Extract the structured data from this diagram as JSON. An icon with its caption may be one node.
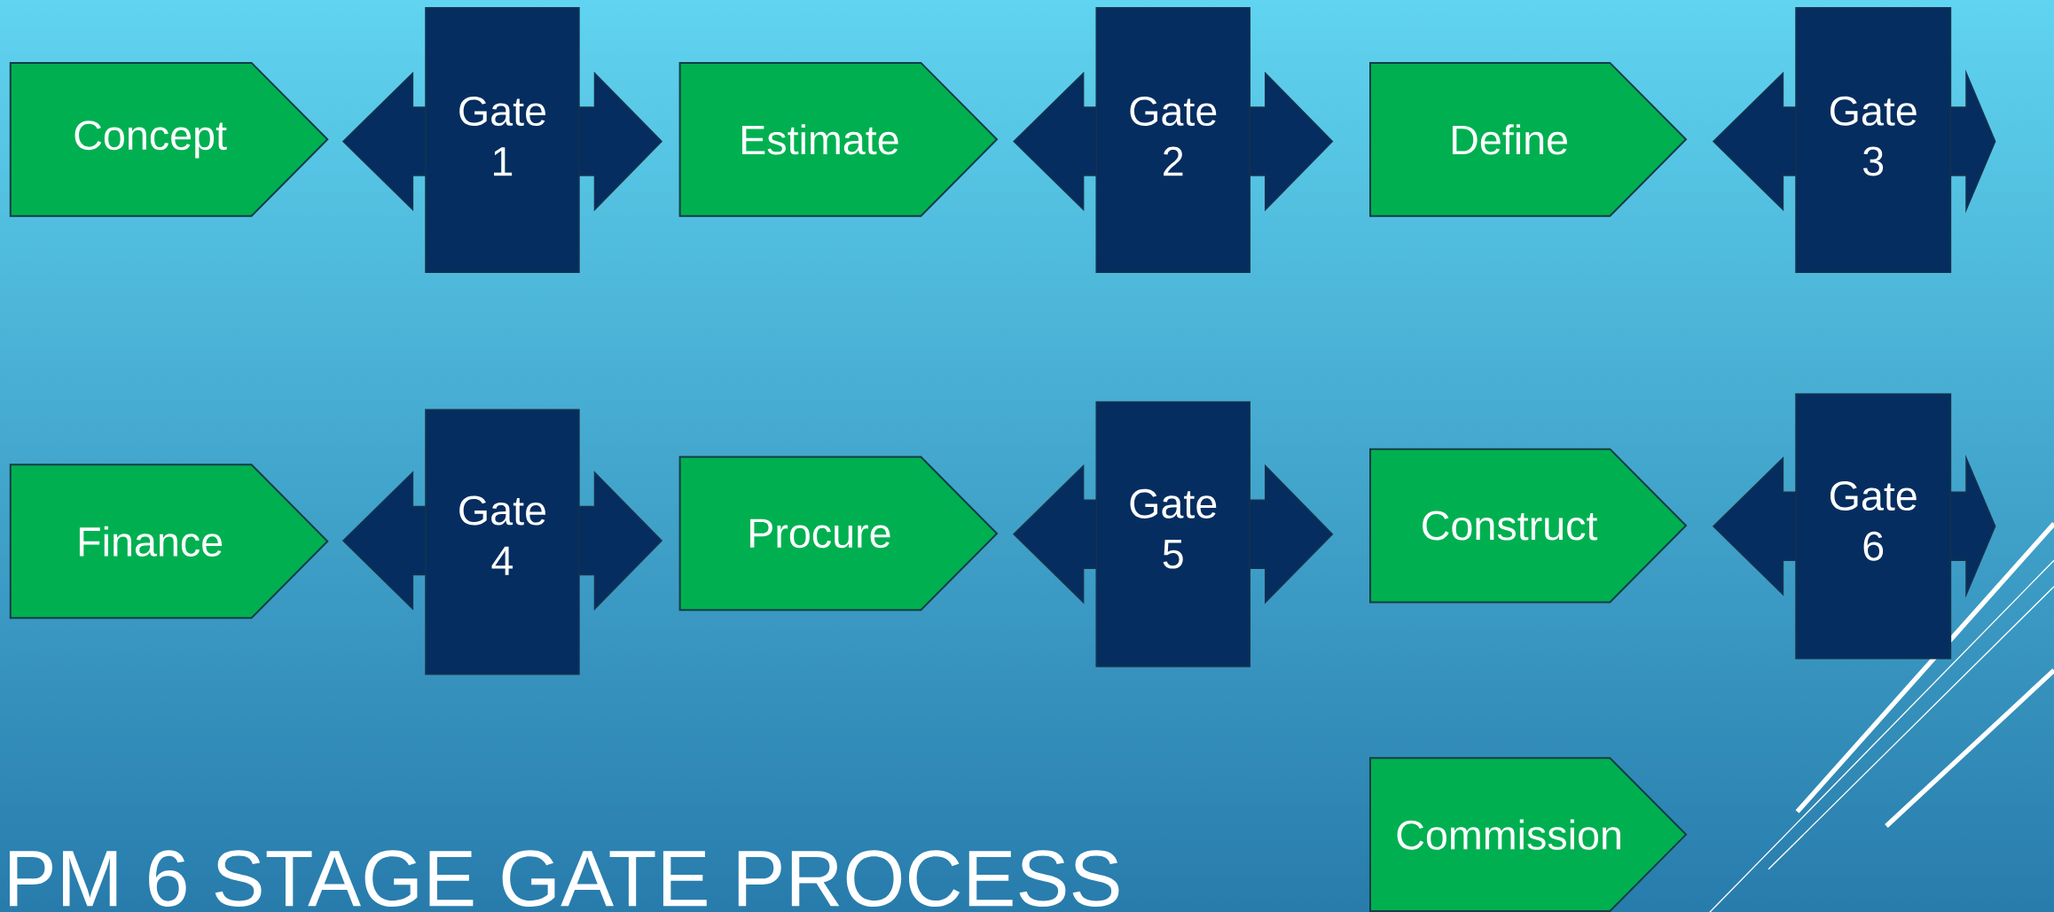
{
  "diagram": {
    "title": "PM 6 STAGE GATE PROCESS",
    "nodes": [
      {
        "text": [
          "Concept"
        ]
      },
      {
        "text": [
          "Gate 1"
        ]
      },
      {
        "text": [
          "Estimate"
        ]
      },
      {
        "text": [
          "Gate 2"
        ]
      },
      {
        "text": [
          "Define"
        ]
      },
      {
        "text": [
          "Gate 3"
        ]
      },
      {
        "text": [
          "Finance"
        ]
      },
      {
        "text": [
          "Gate 4"
        ]
      },
      {
        "text": [
          "Procure"
        ]
      },
      {
        "text": [
          "Gate 5"
        ]
      },
      {
        "text": [
          "Construct"
        ]
      },
      {
        "text": [
          "Gate 6"
        ]
      },
      {
        "text": [
          "Commission"
        ]
      }
    ]
  }
}
